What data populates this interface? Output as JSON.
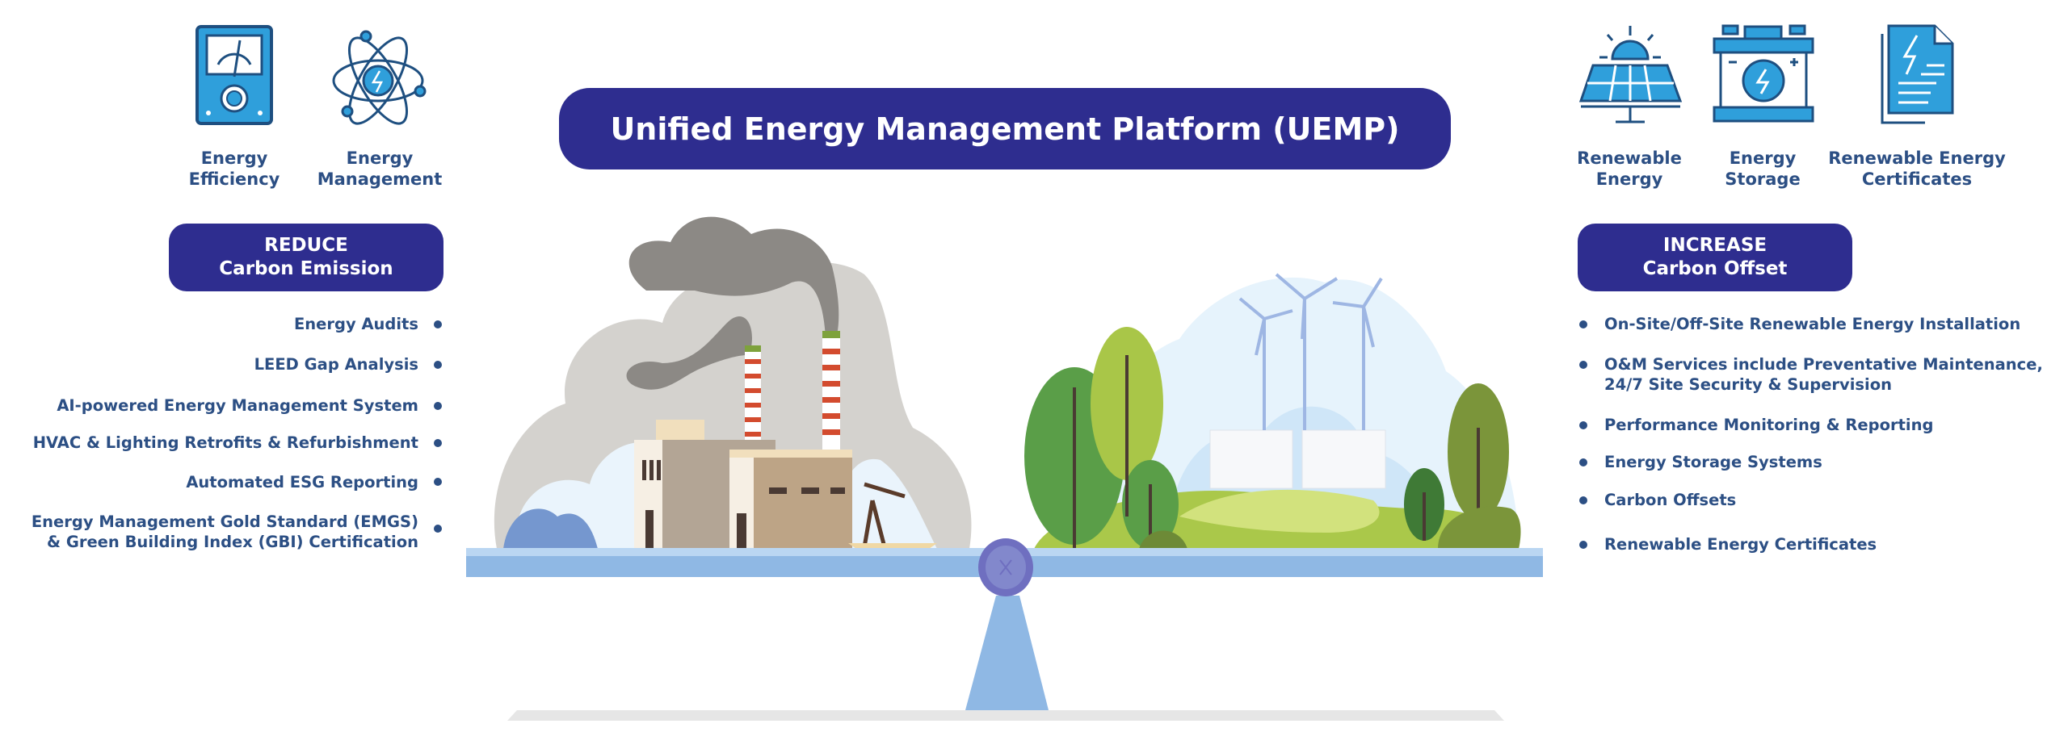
{
  "title": "Unified Energy Management Platform (UEMP)",
  "left": {
    "icons": [
      {
        "icon": "meter-gauge-icon",
        "label_lines": [
          "Energy",
          "Efficiency"
        ]
      },
      {
        "icon": "atom-energy-icon",
        "label_lines": [
          "Energy",
          "Management"
        ]
      }
    ],
    "box": {
      "line1": "REDUCE",
      "line2": "Carbon Emission"
    },
    "items": [
      "Energy Audits",
      "LEED Gap Analysis",
      "AI-powered Energy Management System",
      "HVAC & Lighting Retrofits & Refurbishment",
      "Automated ESG Reporting",
      [
        "Energy Management Gold Standard (EMGS)",
        "& Green Building Index (GBI) Certification"
      ]
    ]
  },
  "right": {
    "icons": [
      {
        "icon": "solar-panel-icon",
        "label_lines": [
          "Renewable",
          "Energy"
        ]
      },
      {
        "icon": "battery-icon",
        "label_lines": [
          "Energy",
          "Storage"
        ]
      },
      {
        "icon": "certificate-document-icon",
        "label_lines": [
          "Renewable Energy",
          "Certificates"
        ]
      }
    ],
    "box": {
      "line1": "INCREASE",
      "line2": "Carbon Offset"
    },
    "items": [
      "On-Site/Off-Site Renewable Energy Installation",
      [
        "O&M Services include Preventative Maintenance,",
        "24/7 Site Security & Supervision"
      ],
      "Performance Monitoring & Reporting",
      "Energy Storage Systems",
      "Carbon Offsets",
      "Renewable Energy Certificates"
    ]
  },
  "colors": {
    "brand": "#2e2d8f",
    "text": "#2c4f84",
    "icon_fill": "#2f9fdb",
    "icon_stroke": "#1e4f80",
    "scale": "#8fb8e4",
    "pivot": "#6f6fc0"
  }
}
